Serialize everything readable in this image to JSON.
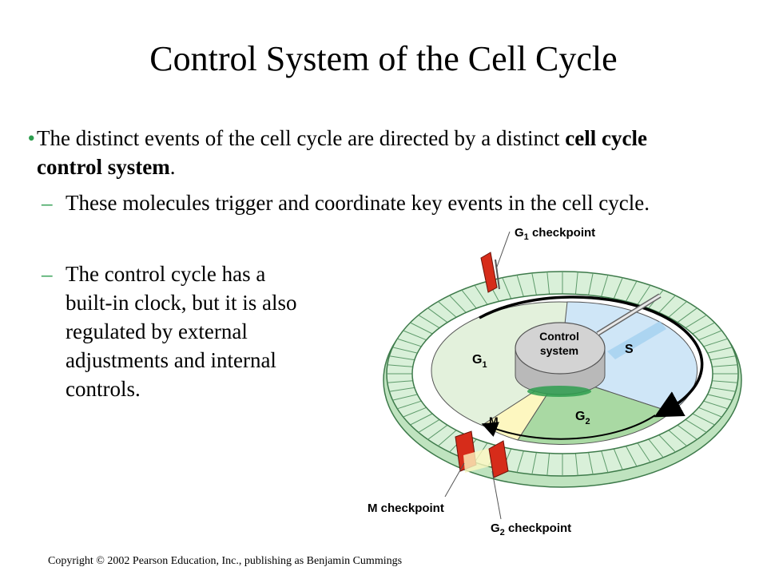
{
  "slide": {
    "title": "Control System of the Cell Cycle",
    "bullet": {
      "marker": "•",
      "text": "The distinct events of the cell cycle are directed by a distinct",
      "bold": "cell cycle control system",
      "end": "."
    },
    "subpoints": [
      {
        "marker": "–",
        "text": "These molecules trigger and coordinate key events in the cell cycle."
      },
      {
        "marker": "–",
        "text": "The control cycle has a built-in clock, but it is also regulated by external adjustments and internal controls."
      }
    ],
    "copyright": "Copyright © 2002 Pearson Education, Inc., publishing as Benjamin Cummings"
  },
  "diagram": {
    "control_line1": "Control",
    "control_line2": "system",
    "phase_g1": "G",
    "phase_g1_sub": "1",
    "phase_s": "S",
    "phase_g2": "G",
    "phase_g2_sub": "2",
    "phase_m": "M",
    "checkpoint_g1": "G",
    "checkpoint_g1_sub": "1",
    "checkpoint_g1_suffix": " checkpoint",
    "checkpoint_m": "M checkpoint",
    "checkpoint_g2": "G",
    "checkpoint_g2_sub": "2",
    "checkpoint_g2_suffix": " checkpoint",
    "colors": {
      "g1": "#e3f1dc",
      "s": "#cfe6f7",
      "g2": "#a9d9a3",
      "m": "#fdf7c0",
      "ring": "#d9f0d9",
      "checkpoint": "#d62c1a",
      "bullet": "#2e9e4f"
    }
  }
}
